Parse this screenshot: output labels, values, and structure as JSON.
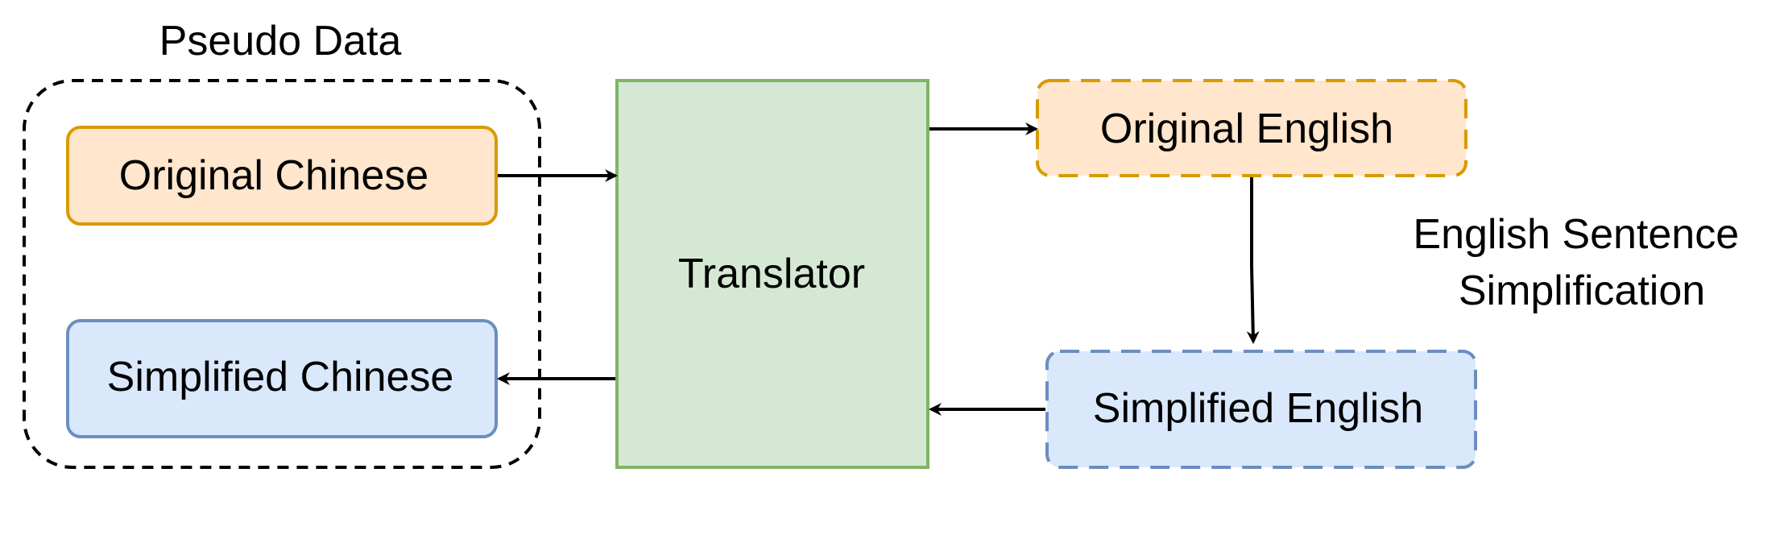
{
  "title": "Pseudo Data",
  "nodes": {
    "original_chinese": {
      "label": "Original Chinese",
      "fill": "#ffe6cc",
      "stroke": "#d79b00"
    },
    "simplified_chinese": {
      "label": "Simplified Chinese",
      "fill": "#dae8fc",
      "stroke": "#6c8ebf"
    },
    "translator": {
      "label": "Translator",
      "fill": "#d5e8d4",
      "stroke": "#82b366"
    },
    "original_english": {
      "label": "Original English",
      "fill": "#ffe6cc",
      "stroke": "#d79b00"
    },
    "simplified_english": {
      "label": "Simplified English",
      "fill": "#dae8fc",
      "stroke": "#6c8ebf"
    }
  },
  "annotation": {
    "line1": "English Sentence",
    "line2": "Simplification"
  },
  "colors": {
    "arrow": "#000000",
    "group_border": "#000000"
  }
}
